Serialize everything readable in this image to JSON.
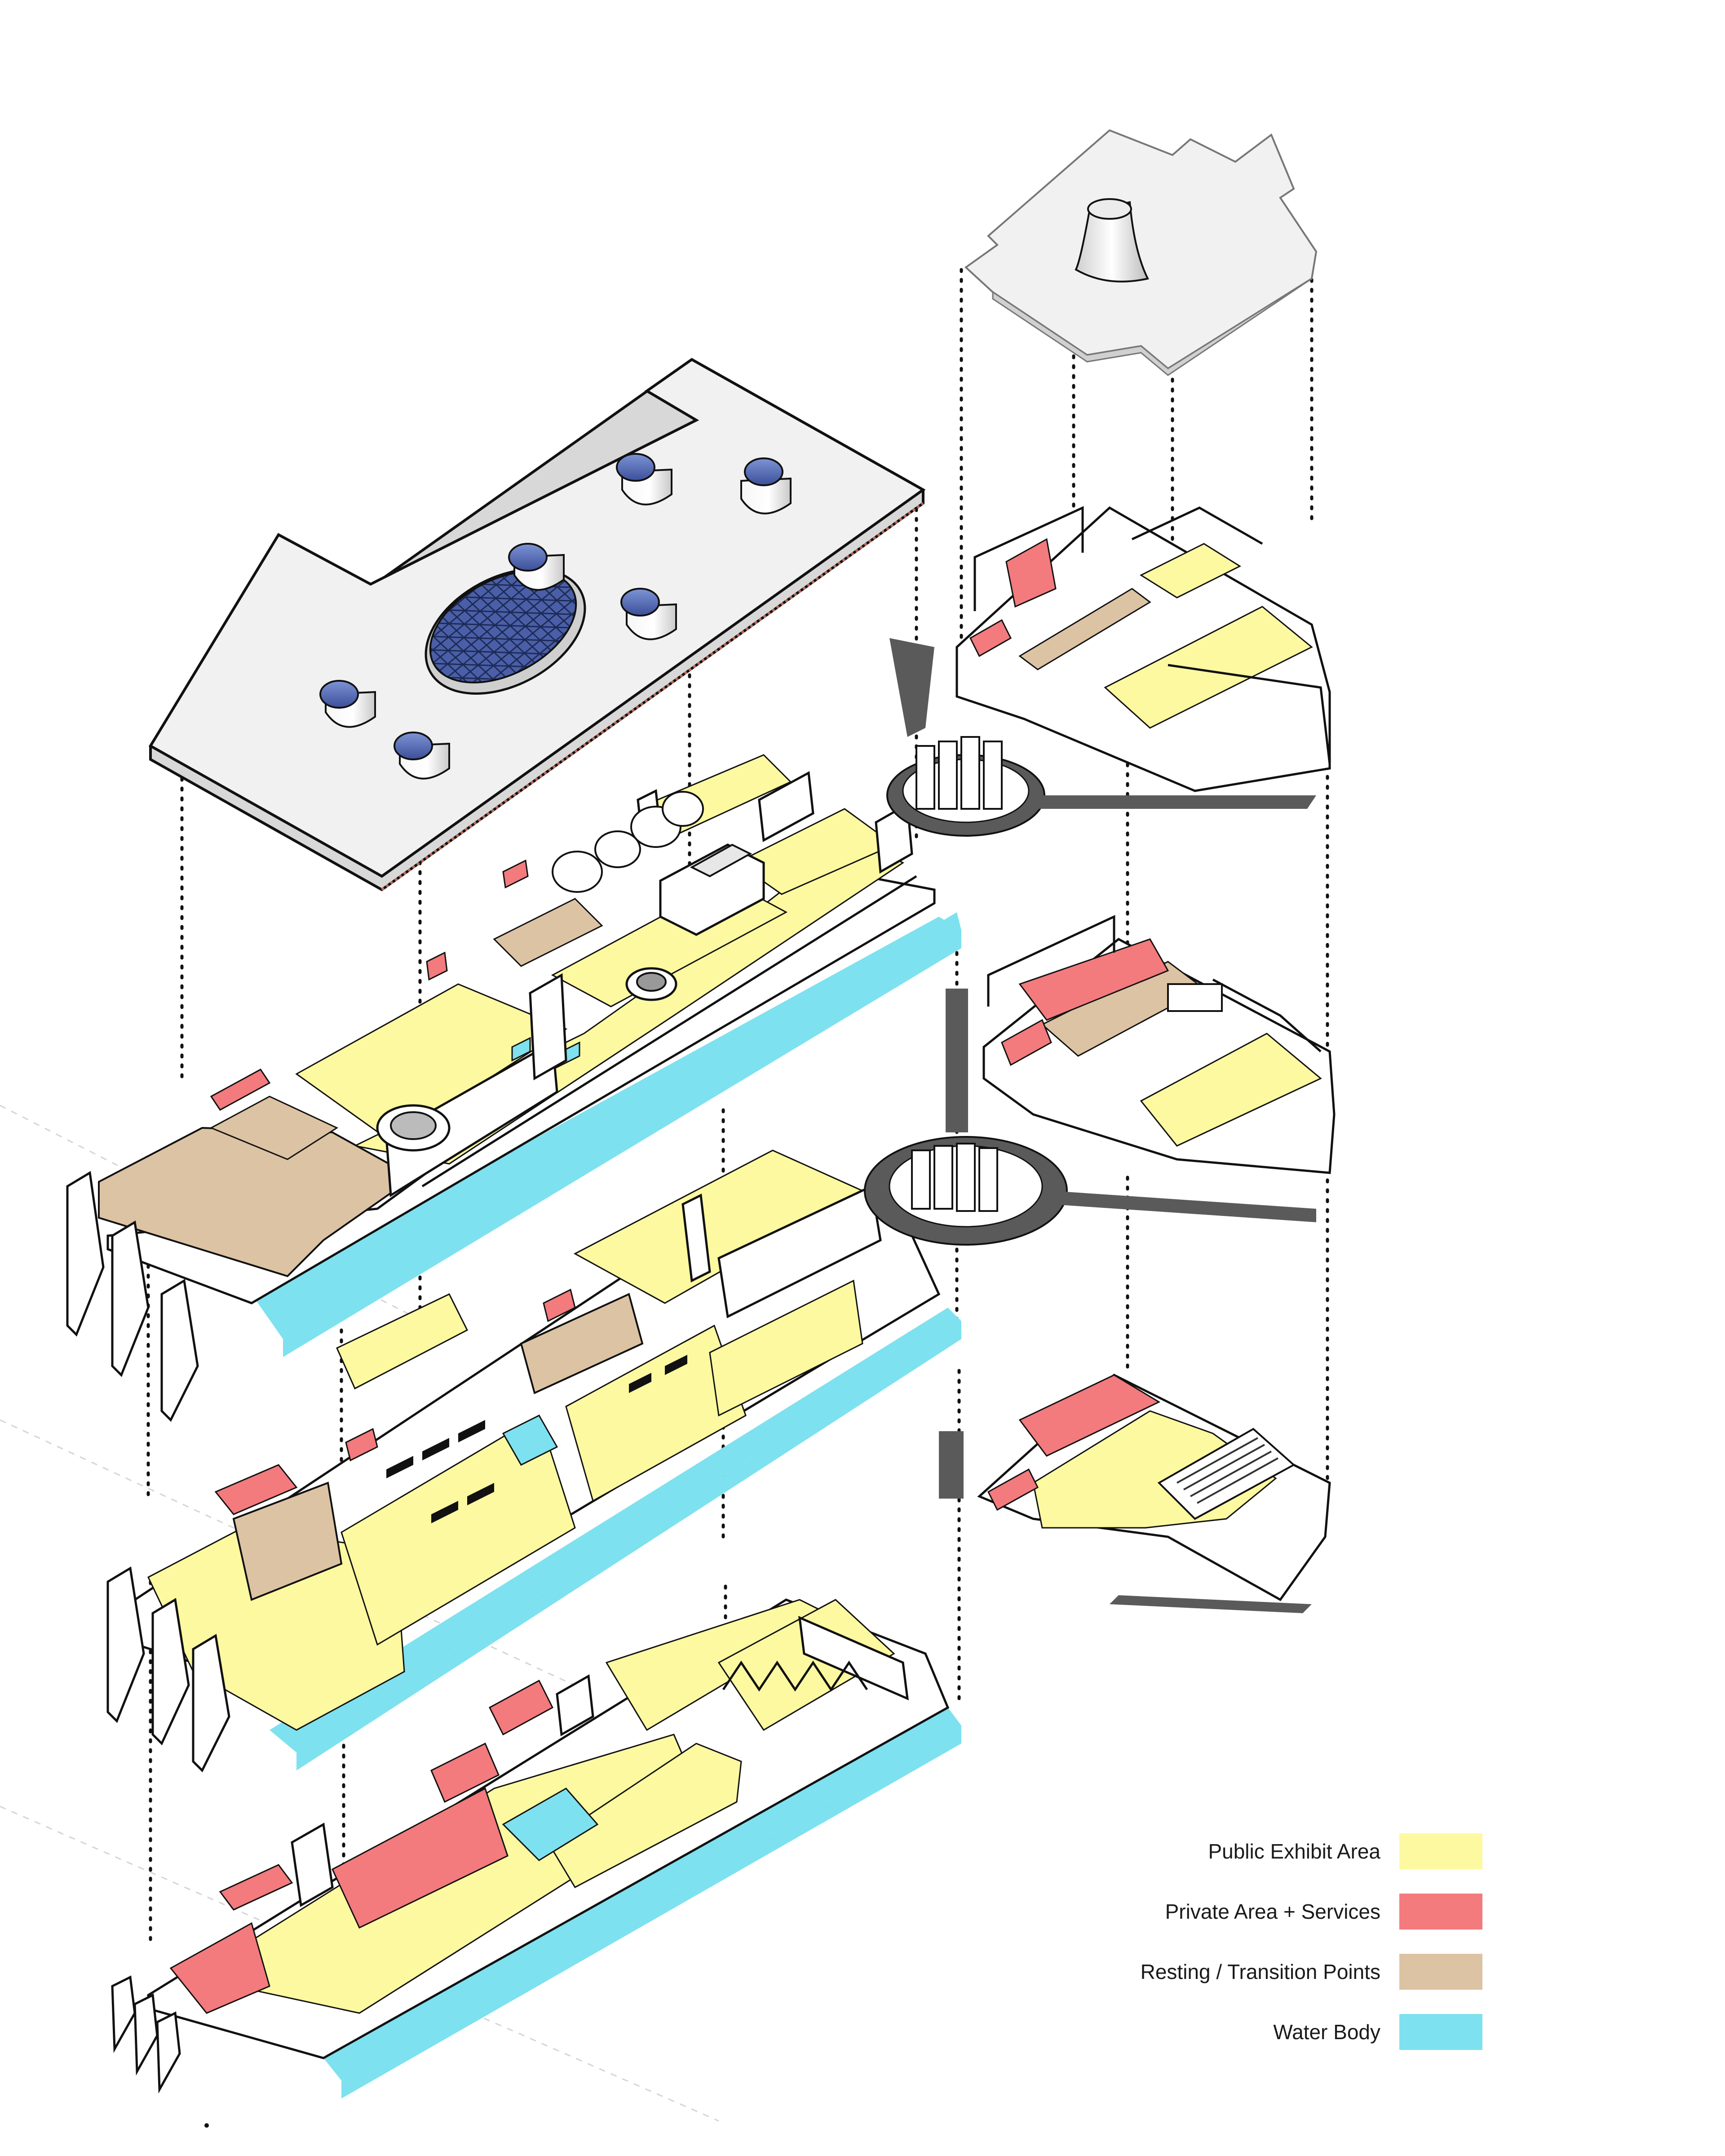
{
  "legend": {
    "items": [
      {
        "label": "Public Exhibit Area",
        "color": "#fdf9a0"
      },
      {
        "label": "Private Area + Services",
        "color": "#f37a7d"
      },
      {
        "label": "Resting / Transition Points",
        "color": "#dcc3a3"
      },
      {
        "label": "Water Body",
        "color": "#7ee1ef"
      }
    ]
  },
  "colors": {
    "public": "#fdf9a0",
    "private": "#f37a7d",
    "resting": "#dcc3a3",
    "water": "#7ee1ef",
    "roof": "#f2f2f2",
    "dome": "#4a5fa8",
    "core": "#5a5a5a",
    "outline": "#1a1a1a"
  }
}
